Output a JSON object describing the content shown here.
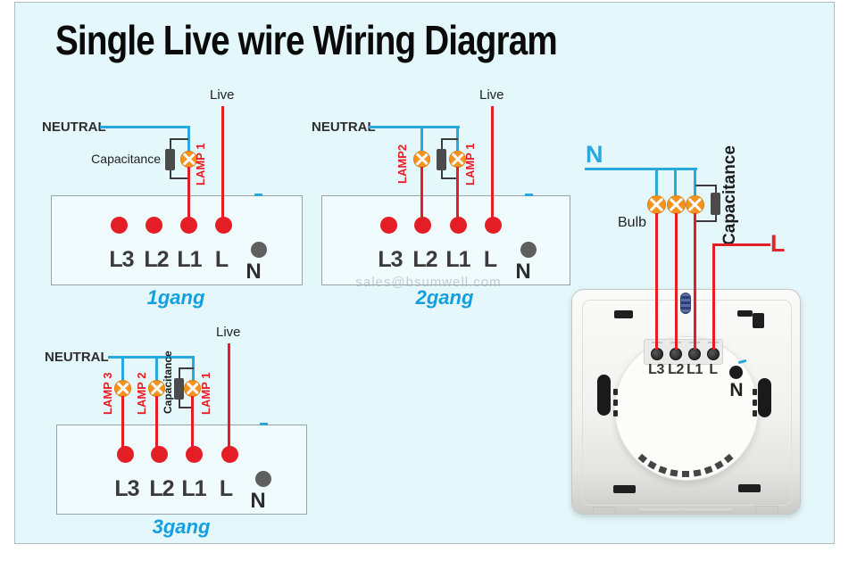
{
  "title": "Single Live wire Wiring Diagram",
  "watermark": "sales@bsumwell.com",
  "colors": {
    "background": "#e4f7fb",
    "wire_blue": "#29a8e0",
    "wire_red": "#e31e26",
    "lamp_orange": "#f6921e",
    "terminal_red": "#e41e26",
    "terminal_gray": "#5f5f5f",
    "caption_blue": "#149fe0",
    "lamp_label_red": "#e81c24"
  },
  "gang_diagrams": [
    {
      "caption": "1gang",
      "neutral_label": "NEUTRAL",
      "live_label": "Live",
      "capacitance_label": "Capacitance",
      "lamps": [
        "LAMP 1"
      ],
      "terminal_labels": [
        "L3",
        "L2",
        "L1",
        "L"
      ],
      "neutral_terminal_label": "N"
    },
    {
      "caption": "2gang",
      "neutral_label": "NEUTRAL",
      "live_label": "Live",
      "lamps": [
        "LAMP2",
        "LAMP 1"
      ],
      "terminal_labels": [
        "L3",
        "L2",
        "L1",
        "L"
      ],
      "neutral_terminal_label": "N"
    },
    {
      "caption": "3gang",
      "neutral_label": "NEUTRAL",
      "live_label": "Live",
      "capacitance_label": "Capacitance",
      "lamps": [
        "LAMP 3",
        "LAMP 2",
        "LAMP 1"
      ],
      "terminal_labels": [
        "L3",
        "L2",
        "L1",
        "L"
      ],
      "neutral_terminal_label": "N"
    }
  ],
  "device": {
    "neutral_wire_label": "N",
    "live_wire_label": "L",
    "bulb_label": "Bulb",
    "capacitance_label": "Capacitance",
    "terminal_labels": [
      "L3",
      "L2",
      "L1",
      "L"
    ],
    "neutral_terminal_label": "N"
  }
}
